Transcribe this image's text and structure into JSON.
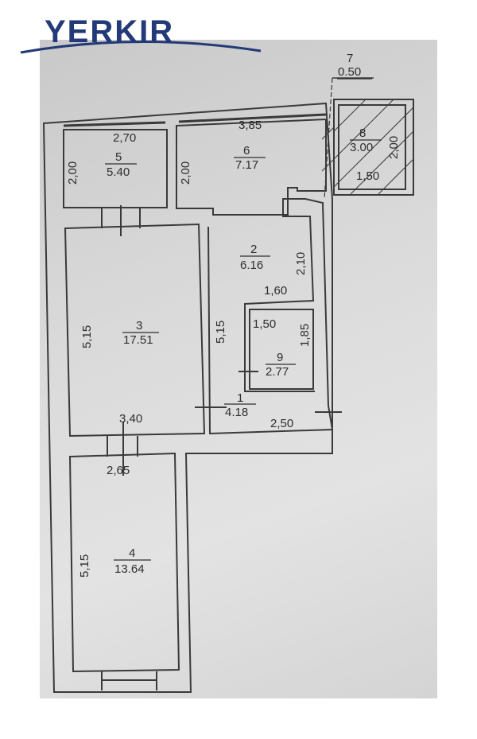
{
  "logo": {
    "text": "YERKIR",
    "color": "#233a78"
  },
  "plan": {
    "wall_color": "#3a3a3a",
    "rooms": [
      {
        "id": "1",
        "area": "4.18"
      },
      {
        "id": "2",
        "area": "6.16"
      },
      {
        "id": "3",
        "area": "17.51"
      },
      {
        "id": "4",
        "area": "13.64"
      },
      {
        "id": "5",
        "area": "5.40"
      },
      {
        "id": "6",
        "area": "7.17"
      },
      {
        "id": "7",
        "area": "0.50"
      },
      {
        "id": "8",
        "area": "3.00"
      },
      {
        "id": "9",
        "area": "2.77"
      }
    ],
    "dimensions": {
      "room5_width": "2,70",
      "room5_height": "2,00",
      "room6_width": "3,85",
      "room6_height": "2,00",
      "room8_width": "1,50",
      "room8_height": "2,00",
      "room2_height": "2,10",
      "room2_width": "1,60",
      "room9_width": "1,50",
      "room9_height": "1,85",
      "room3_height": "5,15",
      "room3_width": "3,40",
      "corridor_height": "5,15",
      "room1_width": "2,50",
      "room4_width": "2,65",
      "room4_height": "5,15"
    }
  }
}
